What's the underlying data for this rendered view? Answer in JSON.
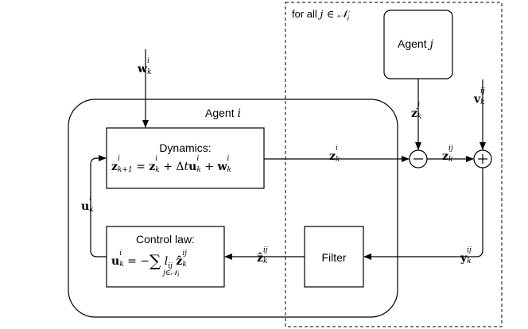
{
  "region": {
    "label_prefix": "for all",
    "label_math": "j ∈ 𝒩",
    "label_sub": "i"
  },
  "agent_i": {
    "label": "Agent",
    "label_var": "i"
  },
  "agent_j": {
    "label": "Agent",
    "label_var": "j"
  },
  "dynamics": {
    "title": "Dynamics:"
  },
  "control_law": {
    "title": "Control law:"
  },
  "filter": {
    "title": "Filter"
  },
  "operators": {
    "minus": "−",
    "plus": "+"
  },
  "signals": {
    "w": "w",
    "z": "z",
    "v": "v",
    "u": "u",
    "y": "y",
    "zhat": "ẑ"
  }
}
